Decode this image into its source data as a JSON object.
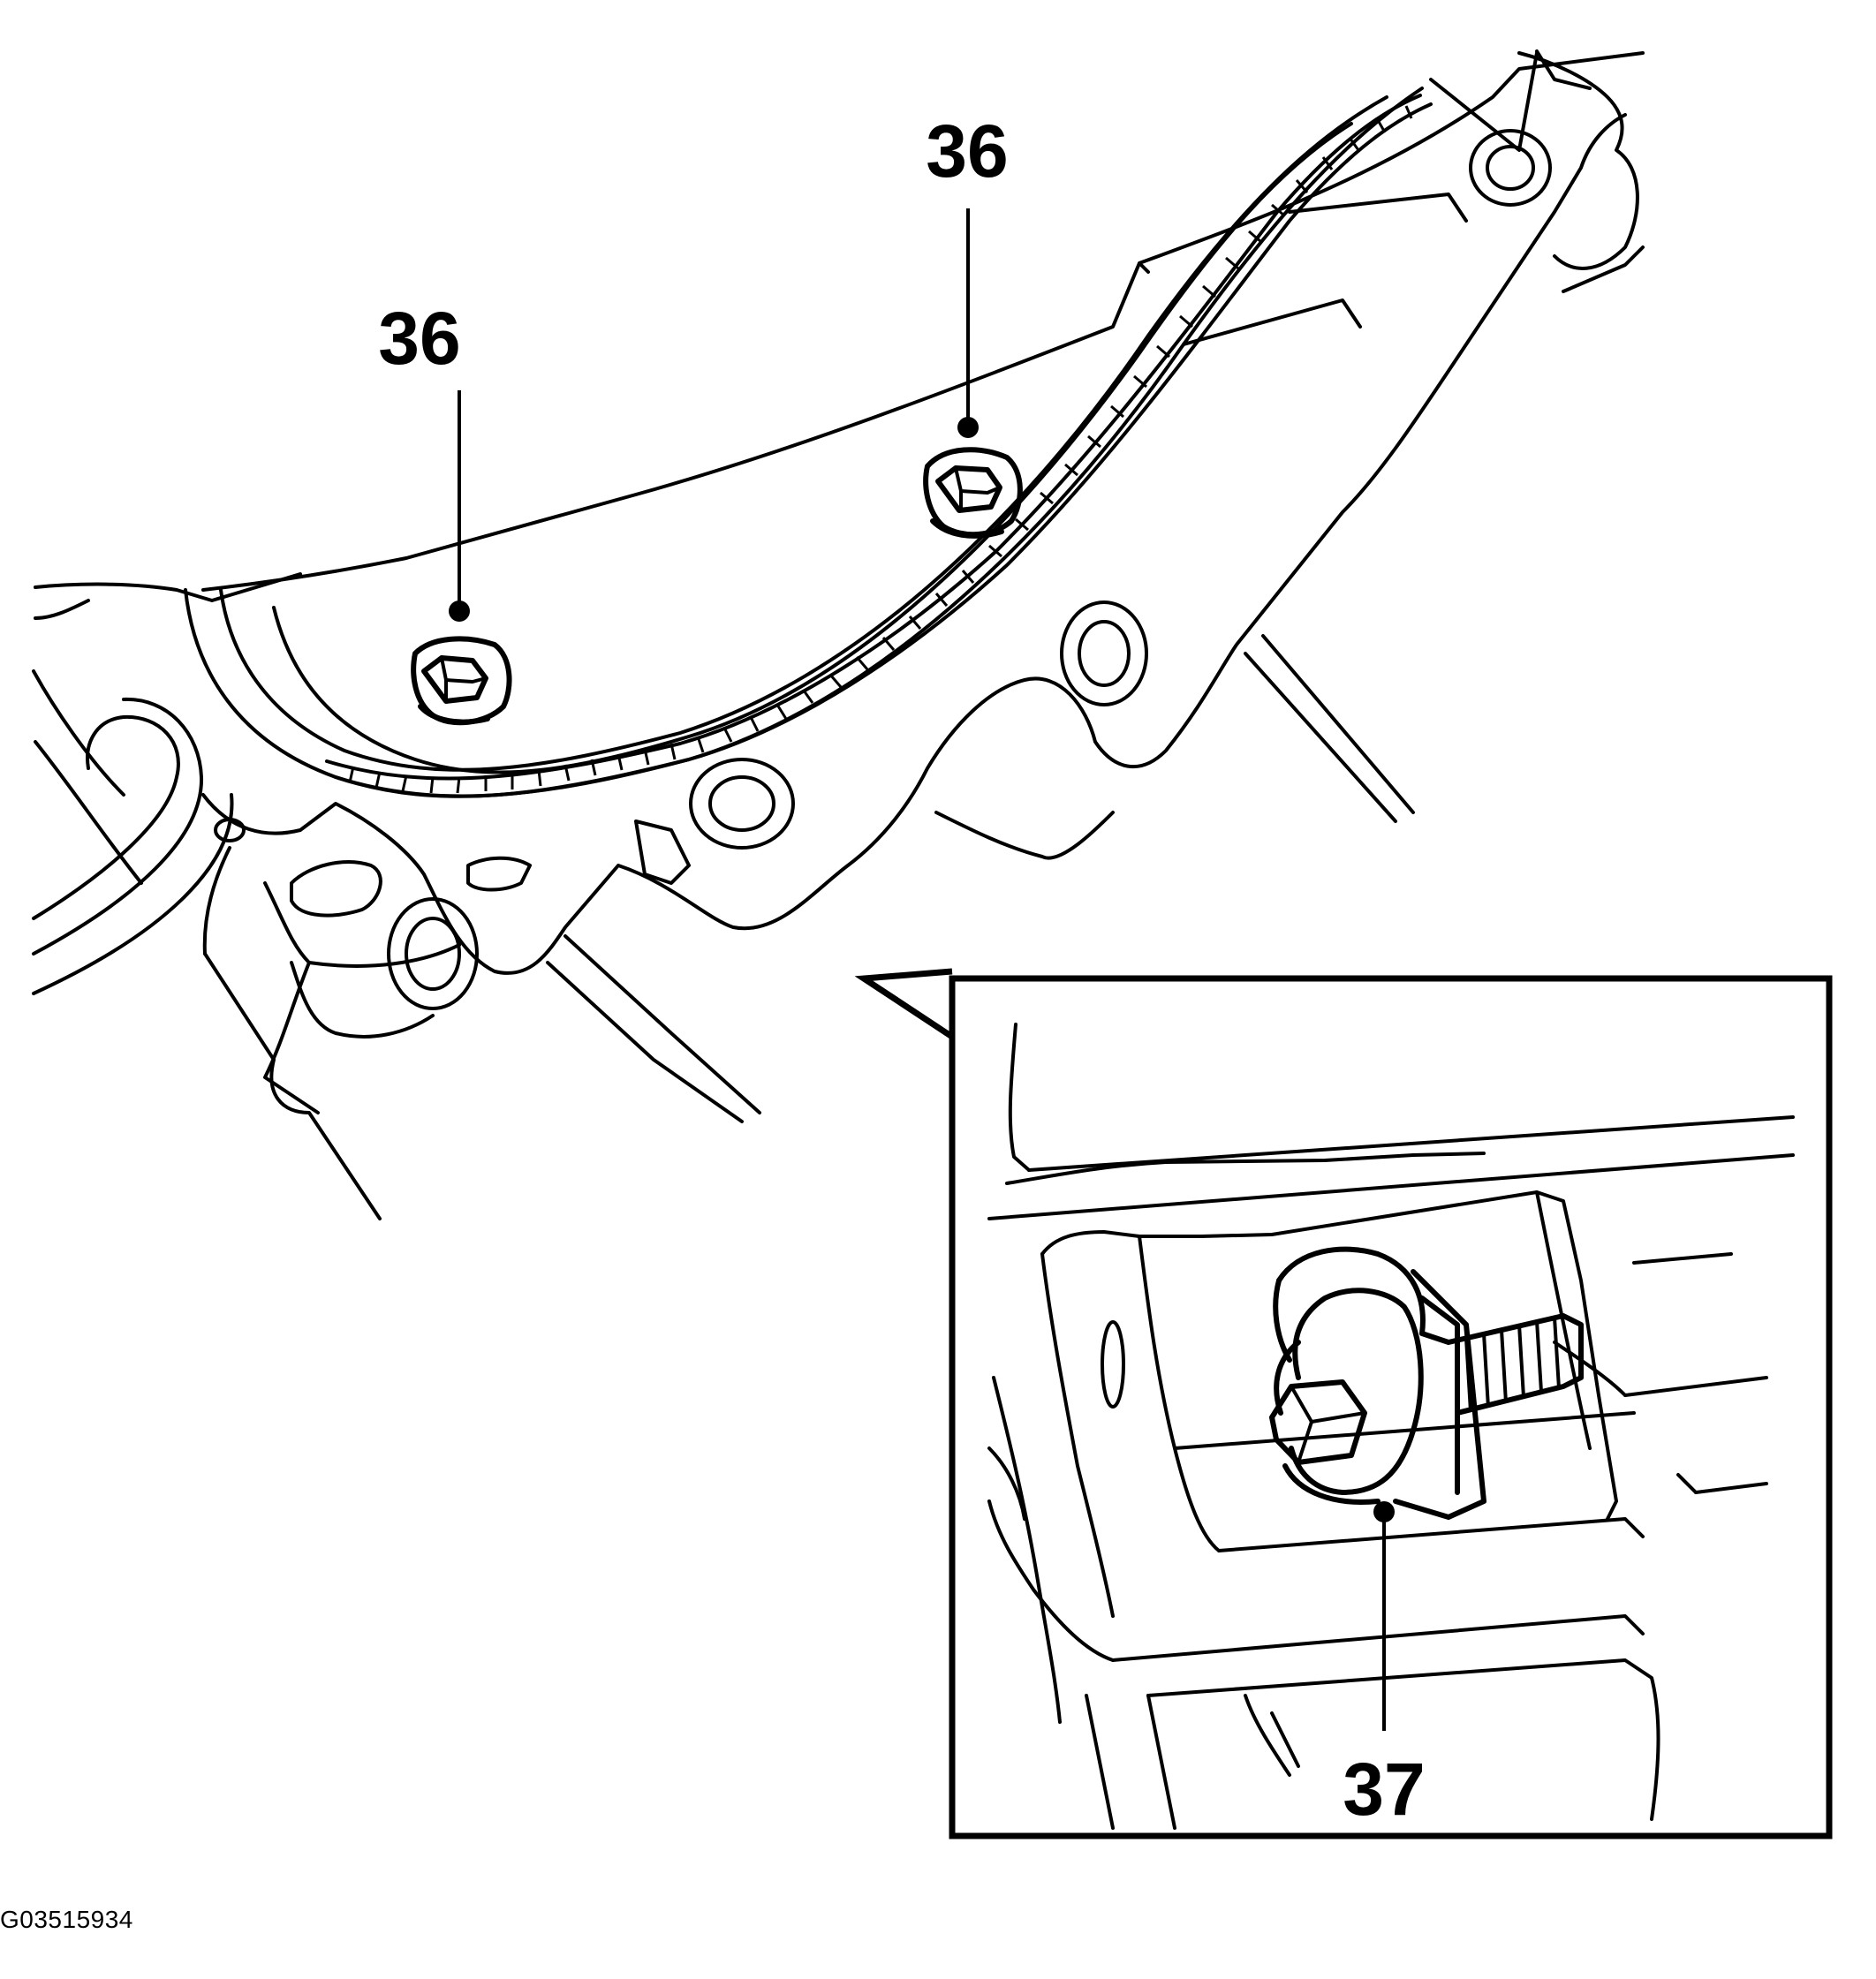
{
  "figure_id": "G03515934",
  "callouts": [
    {
      "id": "bolt-left",
      "label": "36"
    },
    {
      "id": "bolt-right",
      "label": "36"
    },
    {
      "id": "inset-bolt",
      "label": "37"
    }
  ]
}
